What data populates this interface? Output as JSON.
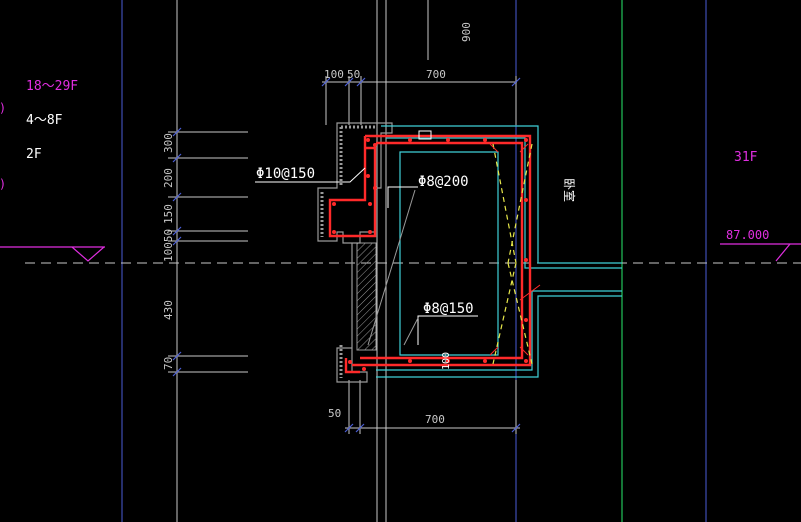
{
  "colors": {
    "background": "#000000",
    "grid_blue": "#4a5dd6",
    "grid_white": "#c8c8c8",
    "cyan": "#3fd0d8",
    "green": "#22c35a",
    "magenta": "#e02ee0",
    "red": "#ff2a2a",
    "yellow": "#e8e84a",
    "white": "#ffffff",
    "gray": "#9a9a9a"
  },
  "floor_labels": {
    "floors_18_29": "18～29F",
    "floors_4_8": "4～8F",
    "floor_2": "2F",
    "floor_31": "31F"
  },
  "elevation_label": "87.000",
  "top_dims": {
    "d100": "100",
    "d50": "50",
    "d700": "700",
    "d900": "900"
  },
  "bottom_dims": {
    "d50": "50",
    "d700": "700"
  },
  "left_dims": {
    "d300": "300",
    "d200": "200",
    "d150": "150",
    "d100_50": "10050",
    "d430": "430",
    "d70": "70"
  },
  "inner_dims": {
    "d100": "100"
  },
  "rebar_labels": {
    "phi10_150": "Φ10@150",
    "phi8_200": "Φ8@200",
    "phi8_150": "Φ8@150"
  },
  "room_label": "卧室"
}
